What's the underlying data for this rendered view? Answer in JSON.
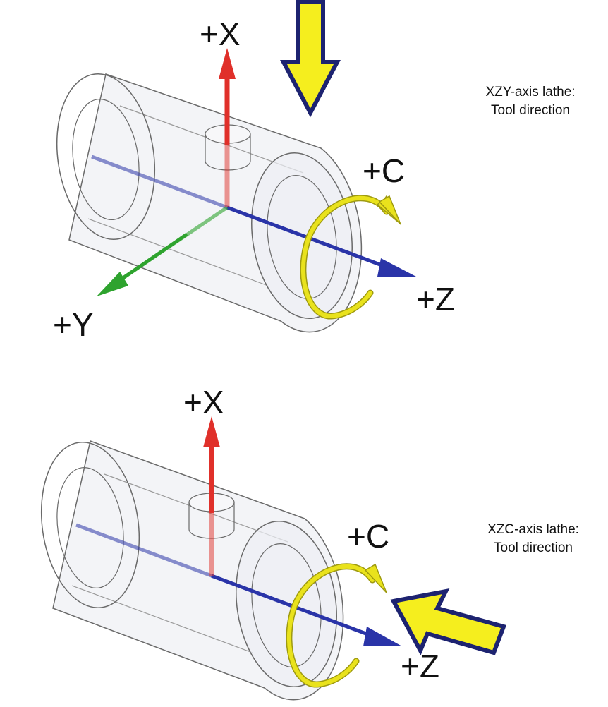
{
  "top_diagram": {
    "axis_labels": {
      "x": "+X",
      "y": "+Y",
      "z": "+Z",
      "c": "+C"
    },
    "caption": {
      "line1": "XZY-axis lathe:",
      "line2": "Tool direction"
    }
  },
  "bottom_diagram": {
    "axis_labels": {
      "x": "+X",
      "z": "+Z",
      "c": "+C"
    },
    "caption": {
      "line1": "XZC-axis lathe:",
      "line2": "Tool direction"
    }
  },
  "colors": {
    "x_axis": "#e0302a",
    "y_axis": "#2ea32e",
    "z_axis": "#2a34a8",
    "c_rotation": "#e9e21c",
    "tool_arrow_fill": "#f5ee1e",
    "tool_arrow_outline": "#1d2370"
  },
  "icons": {
    "tool_direction": "tool-direction-arrow-icon",
    "rotation": "c-rotation-arrow-icon"
  }
}
